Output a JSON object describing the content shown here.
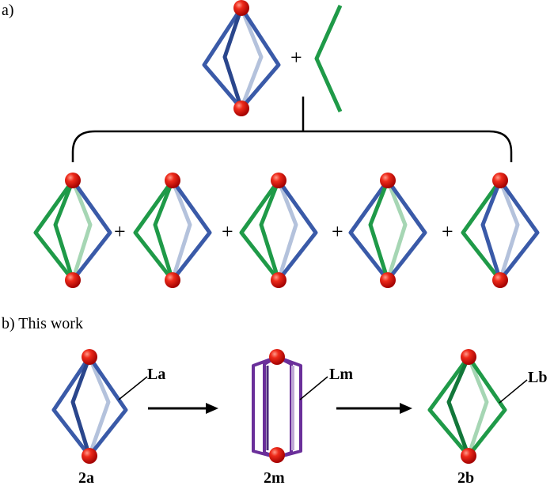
{
  "panel_a": {
    "label": "a)",
    "plus": "+",
    "product_plus": "+"
  },
  "panel_b": {
    "label": "b) This work",
    "ligands": [
      "La",
      "Lm",
      "Lb"
    ],
    "compounds": [
      "2a",
      "2m",
      "2b"
    ]
  },
  "colors": {
    "metal_node": "#e01010",
    "ligand_blue": "#3a5aa8",
    "ligand_blue_light": "#b4c2dc",
    "ligand_green": "#1f9a48",
    "ligand_green_light": "#a6d6b4",
    "ligand_purple": "#6a2f9a",
    "ligand_purple_light": "#bfa9d6",
    "arrow": "#000000"
  }
}
